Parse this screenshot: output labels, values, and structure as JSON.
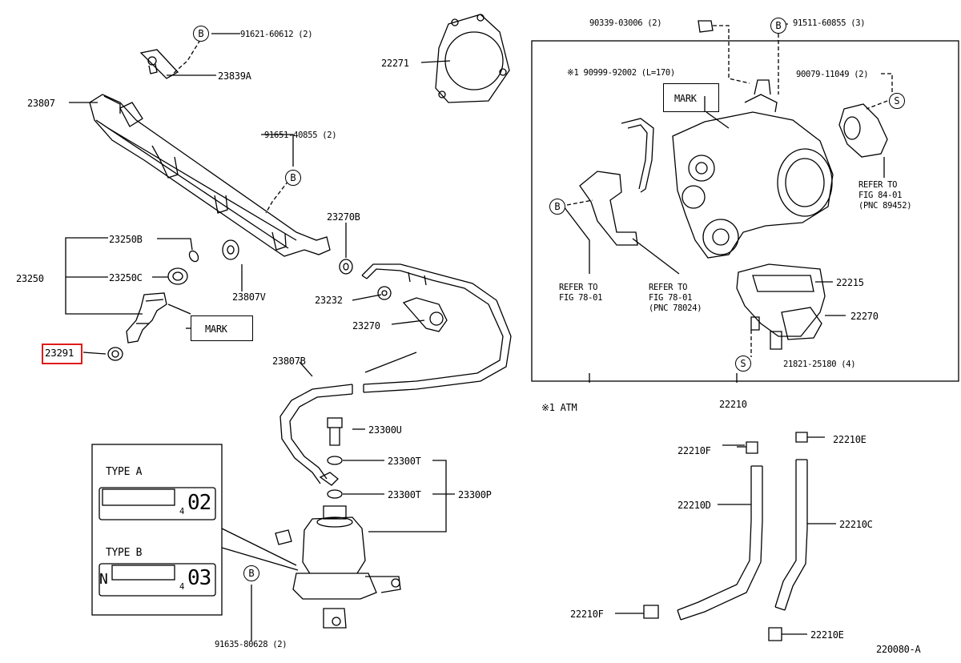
{
  "callouts": {
    "p91621": "91621-60612 (2)",
    "p23839a": "23839A",
    "p23807": "23807",
    "p91651": "91651-40855 (2)",
    "p23270b": "23270B",
    "p23250b": "23250B",
    "p23250": "23250",
    "p23250c": "23250C",
    "p23807v": "23807V",
    "p23232": "23232",
    "p23270": "23270",
    "mark1": "MARK",
    "p23291": "23291",
    "p23807b": "23807B",
    "p23300u": "23300U",
    "p23300t1": "23300T",
    "p23300t2": "23300T",
    "p23300p": "23300P",
    "p91635": "91635-80628 (2)",
    "p22271": "22271",
    "p90339": "90339-03006 (2)",
    "p91511": "91511-60855 (3)",
    "atm_ref": "※1 90999-92002 (L=170)",
    "p90079": "90079-11049 (2)",
    "mark2": "MARK",
    "refer84_l1": "REFER TO",
    "refer84_l2": "FIG 84-01",
    "refer84_l3": "(PNC 89452)",
    "refer78a_l1": "REFER TO",
    "refer78a_l2": "FIG 78-01",
    "refer78b_l1": "REFER TO",
    "refer78b_l2": "FIG 78-01",
    "refer78b_l3": "(PNC 78024)",
    "p22215": "22215",
    "p22270": "22270",
    "p21821": "21821-25180 (4)",
    "p22210": "22210",
    "atm_note": "※1 ATM",
    "p22210f1": "22210F",
    "p22210e1": "22210E",
    "p22210d": "22210D",
    "p22210c": "22210C",
    "p22210f2": "22210F",
    "p22210e2": "22210E",
    "figure_id": "220080-A"
  },
  "badges": {
    "b1": "B",
    "b2": "B",
    "b3": "B",
    "b4": "B",
    "b5": "B",
    "s1": "S",
    "s2": "S"
  },
  "type_box": {
    "type_a": "TYPE A",
    "code_a": "02",
    "sub_a": "4",
    "type_b": "TYPE B",
    "code_b": "03",
    "sub_b": "4",
    "letter_b": "N"
  },
  "highlight": {
    "part": "23291",
    "color": "#e01b1b"
  }
}
